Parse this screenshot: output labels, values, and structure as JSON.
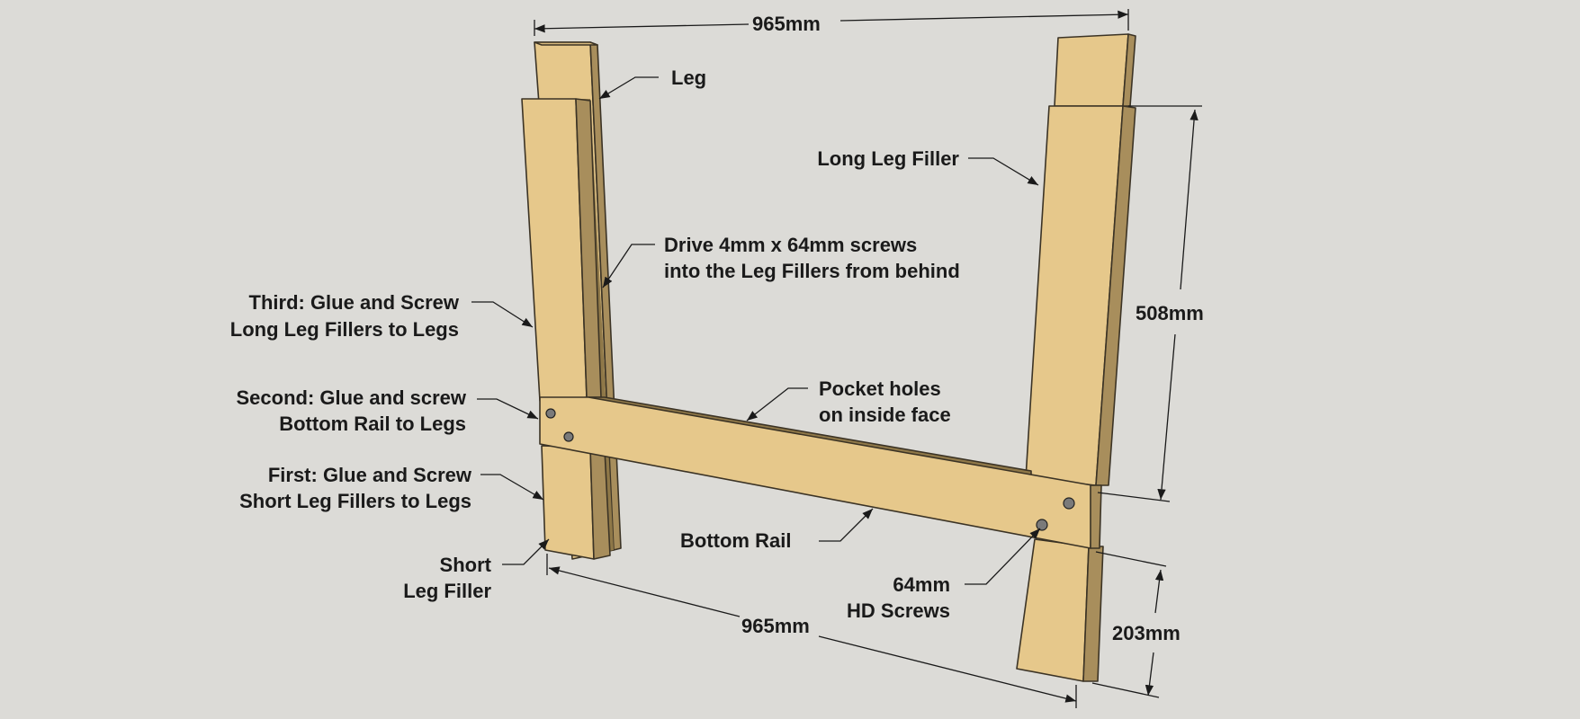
{
  "labels": {
    "dim_top": "965mm",
    "dim_bottom": "965mm",
    "dim_height_right": "508mm",
    "dim_height_low": "203mm",
    "leg": "Leg",
    "long_leg_filler": "Long Leg Filler",
    "drive_line1": "Drive 4mm x 64mm screws",
    "drive_line2": "into the Leg Fillers from behind",
    "third_line1": "Third: Glue and Screw",
    "third_line2": "Long Leg Fillers to Legs",
    "second_line1": "Second: Glue and screw",
    "second_line2": "Bottom Rail to Legs",
    "pocket_line1": "Pocket holes",
    "pocket_line2": "on inside face",
    "first_line1": "First: Glue and Screw",
    "first_line2": "Short Leg Fillers to Legs",
    "bottom_rail": "Bottom Rail",
    "short_line1": "Short",
    "short_line2": "Leg Filler",
    "screws_line1": "64mm",
    "screws_line2": "HD Screws"
  },
  "colors": {
    "background": "#dcdbd7",
    "wood_front": "#e6c88b",
    "wood_side": "#a88e5c",
    "ink": "#1a1a1a"
  }
}
